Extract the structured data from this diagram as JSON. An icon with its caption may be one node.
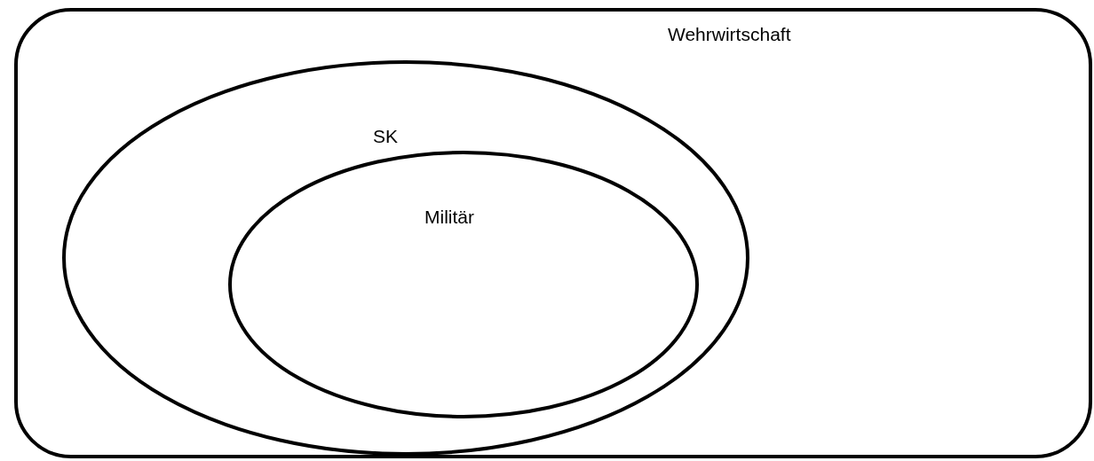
{
  "diagram": {
    "nodes": [
      {
        "text": [
          "Wehrwirtschaft"
        ]
      },
      {
        "text": [
          "SK"
        ],
        "in": 0
      },
      {
        "text": [
          "Militär"
        ],
        "in": 1
      }
    ],
    "edges": []
  }
}
